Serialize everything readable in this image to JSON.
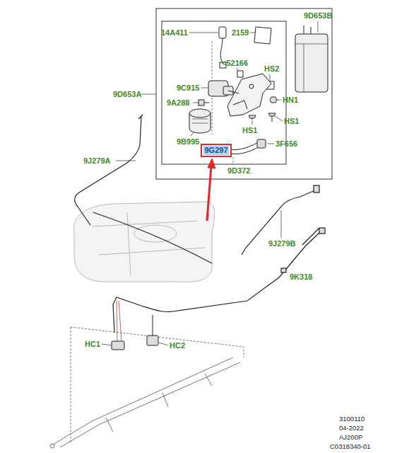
{
  "diagram": {
    "nodes": [
      {
        "text": [
          "9G297"
        ]
      }
    ],
    "labels": [
      "14A411",
      "2159",
      "9D653B",
      "<52166",
      "HS2",
      "9C915",
      "9D653A",
      "HN1",
      "9A288",
      "HS1",
      "HS1",
      "9B995",
      "3F656",
      "9D372",
      "9J279A",
      "9J279B",
      "9K318",
      "HC1",
      "HC2",
      "3100110",
      "04-2022",
      "AJ200P",
      "C0318340-01"
    ]
  }
}
